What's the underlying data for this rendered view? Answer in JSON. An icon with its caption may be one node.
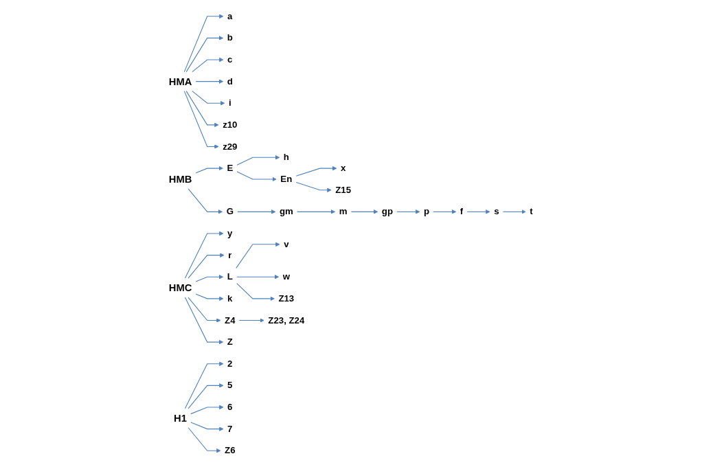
{
  "diagram": {
    "nodes": [
      {
        "text": [
          "HMA"
        ]
      },
      {
        "text": [
          "a"
        ]
      },
      {
        "text": [
          "b"
        ]
      },
      {
        "text": [
          "c"
        ]
      },
      {
        "text": [
          "d"
        ]
      },
      {
        "text": [
          "i"
        ]
      },
      {
        "text": [
          "z10"
        ]
      },
      {
        "text": [
          "z29"
        ]
      },
      {
        "text": [
          "HMB"
        ]
      },
      {
        "text": [
          "E"
        ]
      },
      {
        "text": [
          "h"
        ]
      },
      {
        "text": [
          "En"
        ]
      },
      {
        "text": [
          "x"
        ]
      },
      {
        "text": [
          "Z15"
        ]
      },
      {
        "text": [
          "G"
        ]
      },
      {
        "text": [
          "gm"
        ]
      },
      {
        "text": [
          "m"
        ]
      },
      {
        "text": [
          "gp"
        ]
      },
      {
        "text": [
          "p"
        ]
      },
      {
        "text": [
          "f"
        ]
      },
      {
        "text": [
          "s"
        ]
      },
      {
        "text": [
          "t"
        ]
      },
      {
        "text": [
          "HMC"
        ]
      },
      {
        "text": [
          "y"
        ]
      },
      {
        "text": [
          "r"
        ]
      },
      {
        "text": [
          "L"
        ]
      },
      {
        "text": [
          "v"
        ]
      },
      {
        "text": [
          "w"
        ]
      },
      {
        "text": [
          "Z13"
        ]
      },
      {
        "text": [
          "k"
        ]
      },
      {
        "text": [
          "Z4"
        ]
      },
      {
        "text": [
          "Z23, Z24"
        ]
      },
      {
        "text": [
          "Z"
        ]
      },
      {
        "text": [
          "H1"
        ]
      },
      {
        "text": [
          "2"
        ]
      },
      {
        "text": [
          "5"
        ]
      },
      {
        "text": [
          "6"
        ]
      },
      {
        "text": [
          "7"
        ]
      },
      {
        "text": [
          "Z6"
        ]
      }
    ],
    "edges": [
      {
        "from": 0,
        "to": 1,
        "arrow": "to"
      },
      {
        "from": 0,
        "to": 2,
        "arrow": "to"
      },
      {
        "from": 0,
        "to": 3,
        "arrow": "to"
      },
      {
        "from": 0,
        "to": 4,
        "arrow": "to"
      },
      {
        "from": 0,
        "to": 5,
        "arrow": "to"
      },
      {
        "from": 0,
        "to": 6,
        "arrow": "to"
      },
      {
        "from": 0,
        "to": 7,
        "arrow": "to"
      },
      {
        "from": 8,
        "to": 9,
        "arrow": "to"
      },
      {
        "from": 9,
        "to": 10,
        "arrow": "to"
      },
      {
        "from": 9,
        "to": 11,
        "arrow": "to"
      },
      {
        "from": 11,
        "to": 12,
        "arrow": "to"
      },
      {
        "from": 11,
        "to": 13,
        "arrow": "to"
      },
      {
        "from": 8,
        "to": 14,
        "arrow": "to"
      },
      {
        "from": 14,
        "to": 15,
        "arrow": "to"
      },
      {
        "from": 15,
        "to": 16,
        "arrow": "to"
      },
      {
        "from": 16,
        "to": 17,
        "arrow": "to"
      },
      {
        "from": 17,
        "to": 18,
        "arrow": "to"
      },
      {
        "from": 18,
        "to": 19,
        "arrow": "to"
      },
      {
        "from": 19,
        "to": 20,
        "arrow": "to"
      },
      {
        "from": 20,
        "to": 21,
        "arrow": "to"
      },
      {
        "from": 22,
        "to": 23,
        "arrow": "to"
      },
      {
        "from": 22,
        "to": 24,
        "arrow": "to"
      },
      {
        "from": 22,
        "to": 25,
        "arrow": "to"
      },
      {
        "from": 25,
        "to": 26,
        "arrow": "to"
      },
      {
        "from": 25,
        "to": 27,
        "arrow": "to"
      },
      {
        "from": 25,
        "to": 28,
        "arrow": "to"
      },
      {
        "from": 22,
        "to": 29,
        "arrow": "to"
      },
      {
        "from": 22,
        "to": 30,
        "arrow": "to"
      },
      {
        "from": 30,
        "to": 31,
        "arrow": "to"
      },
      {
        "from": 22,
        "to": 32,
        "arrow": "to"
      },
      {
        "from": 33,
        "to": 34,
        "arrow": "to"
      },
      {
        "from": 33,
        "to": 35,
        "arrow": "to"
      },
      {
        "from": 33,
        "to": 36,
        "arrow": "to"
      },
      {
        "from": 33,
        "to": 37,
        "arrow": "to"
      },
      {
        "from": 33,
        "to": 38,
        "arrow": "to"
      }
    ]
  }
}
